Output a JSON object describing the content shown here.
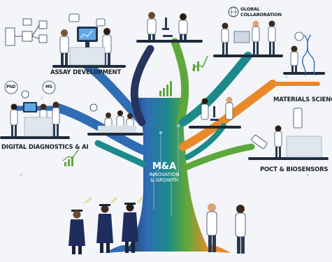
{
  "center": {
    "title": "M&A",
    "line1": "INNOVATION",
    "line2": "& GROWTH"
  },
  "labels": {
    "assay": "ASSAY DEVELOPMENT",
    "materials": "MATERIALS SCIENCE",
    "digital": "DIGITAL DIAGNOSTICS & AI",
    "poct": "POCT & BIOSENSORS",
    "global_line1": "GLOBAL",
    "global_line2": "COLLABORATION"
  },
  "badges": {
    "phd": "PhD",
    "ms": "MS"
  },
  "colors": {
    "trunk_blue": "#2f6db5",
    "trunk_teal": "#1b8a8a",
    "trunk_green": "#5ea83b",
    "trunk_orange": "#e8892a",
    "trunk_dark": "#26355e",
    "platform": "#1e2a3a"
  }
}
